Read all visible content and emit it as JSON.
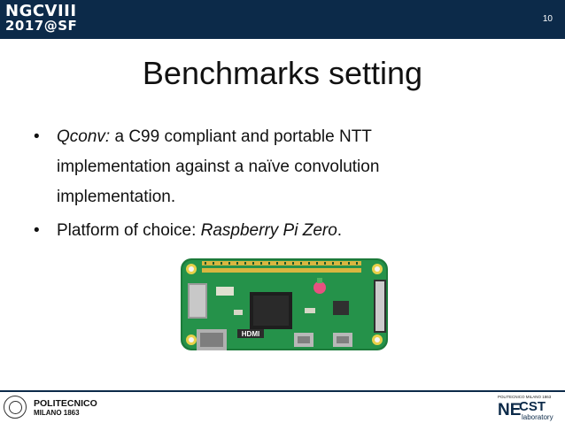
{
  "header": {
    "logo_line1": "NGCVIII",
    "logo_line2": "2017@SF",
    "page_number": "10",
    "bar_color": "#0c2a49"
  },
  "slide": {
    "title": "Benchmarks setting",
    "bullet1": {
      "marker": "•",
      "term": "Qconv:",
      "text": " a C99 compliant and portable NTT implementation against a naïve convolution implementation."
    },
    "bullet2": {
      "marker": "•",
      "text": "Platform of choice: ",
      "term": "Raspberry Pi Zero",
      "end": "."
    },
    "image_label": "HDMI"
  },
  "footer": {
    "left_line1": "POLITECNICO",
    "left_line2": "MILANO 1863",
    "right_super": "POLITECNICO MILANO 1863",
    "right_ne": "NE",
    "right_cst": "CST",
    "right_lab": "laboratory"
  }
}
